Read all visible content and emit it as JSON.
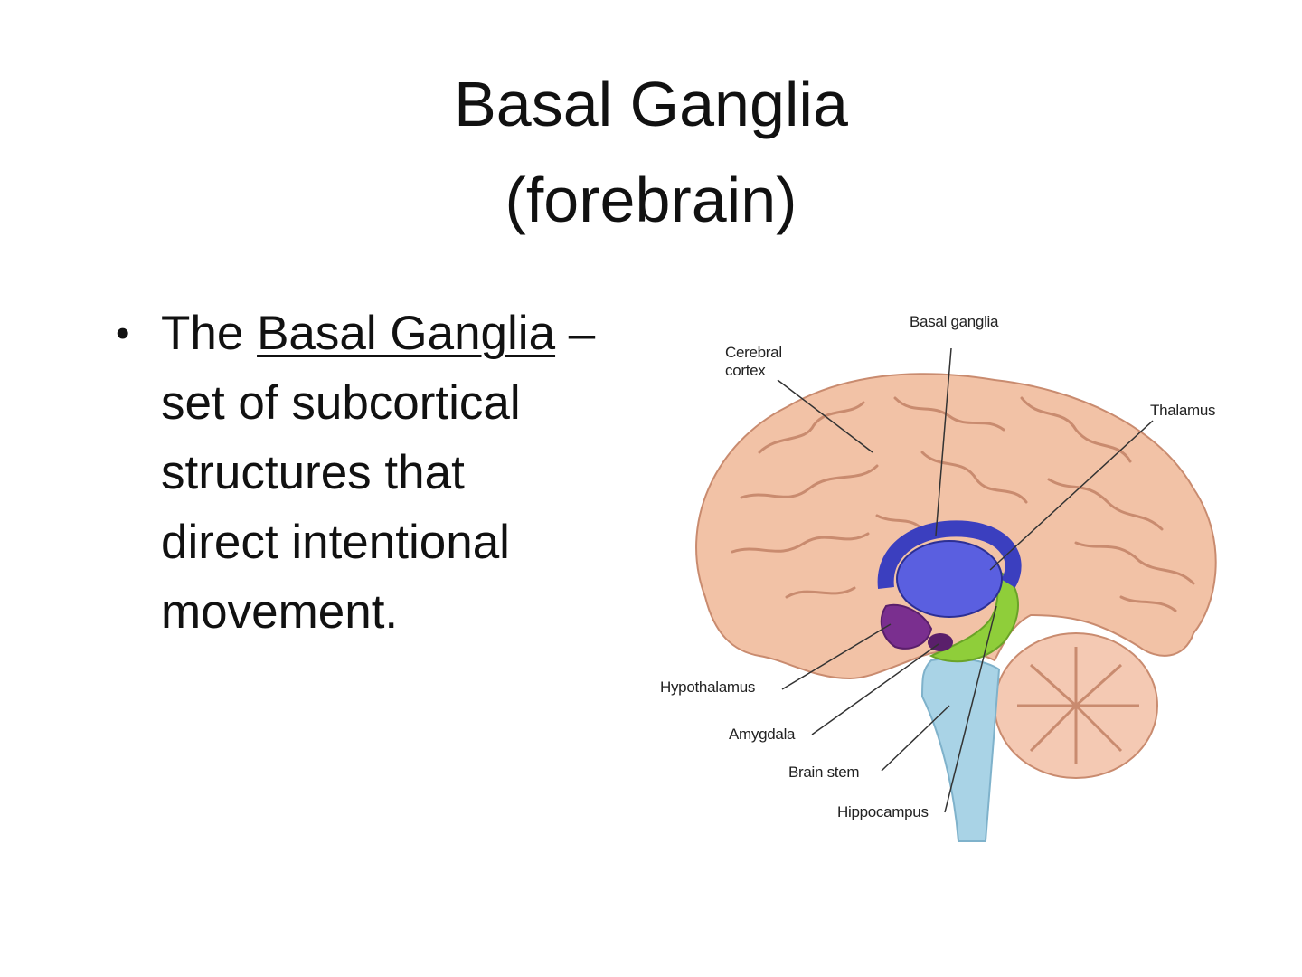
{
  "slide": {
    "title_line1": "Basal Ganglia",
    "title_line2": "(forebrain)"
  },
  "bullet": {
    "marker": "•",
    "lead": "The ",
    "term": "Basal Ganglia",
    "line1_tail": " –",
    "line2": "set of subcortical",
    "line3": "structures that",
    "line4": "direct intentional",
    "line5": "movement."
  },
  "figure": {
    "labels": {
      "basal_ganglia": "Basal ganglia",
      "cerebral_cortex_1": "Cerebral",
      "cerebral_cortex_2": "cortex",
      "thalamus": "Thalamus",
      "hypothalamus": "Hypothalamus",
      "amygdala": "Amygdala",
      "brain_stem": "Brain stem",
      "hippocampus": "Hippocampus"
    },
    "colors": {
      "cortex": "#f2c2a6",
      "cortex_shadow": "#d99a7c",
      "basal_ganglia": "#3b3fbf",
      "thalamus": "#5a5fe0",
      "hippocampus": "#8fce3a",
      "hypothalamus": "#7a2f8f",
      "brain_stem": "#a9d3e6",
      "cerebellum": "#f4c9b3"
    }
  }
}
